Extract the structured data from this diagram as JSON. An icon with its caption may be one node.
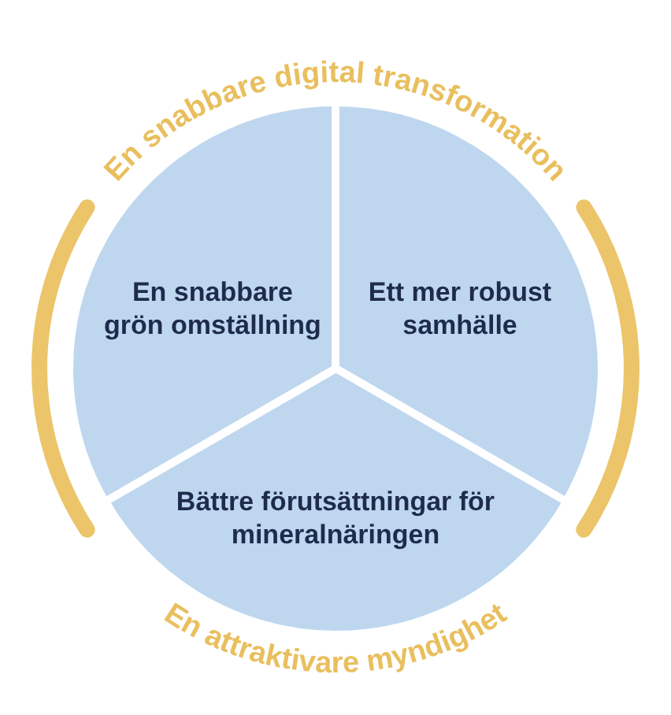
{
  "diagram": {
    "nodes": [
      {
        "text": [
          "En snabbare grön omställning"
        ]
      },
      {
        "text": [
          "Ett mer robust samhälle"
        ]
      },
      {
        "text": [
          "Bättre förutsättningar för mineralnäringen"
        ]
      }
    ],
    "labels": [
      "En snabbare digital transformation",
      "En attraktivare myndighet"
    ]
  }
}
